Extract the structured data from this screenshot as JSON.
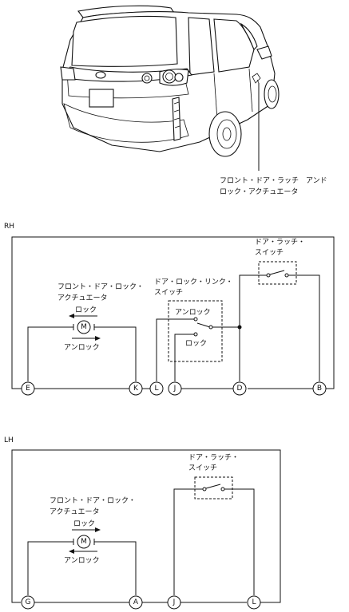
{
  "vehicle_callout": {
    "line1": "フロント・ドア・ラッチ　アンド",
    "line2": "ロック・アクチュエータ"
  },
  "rh": {
    "section_label": "RH",
    "actuator_line1": "フロント・ドア・ロック・",
    "actuator_line2": "アクチュエータ",
    "lock_label": "ロック",
    "unlock_label": "アンロック",
    "motor_symbol": "M",
    "link_switch_line1": "ドア・ロック・リンク・",
    "link_switch_line2": "スイッチ",
    "link_unlock": "アンロック",
    "link_lock": "ロック",
    "latch_switch_line1": "ドア・ラッチ・",
    "latch_switch_line2": "スイッチ",
    "terminals": [
      "E",
      "K",
      "L",
      "J",
      "D",
      "B"
    ]
  },
  "lh": {
    "section_label": "LH",
    "actuator_line1": "フロント・ドア・ロック・",
    "actuator_line2": "アクチュエータ",
    "lock_label": "ロック",
    "unlock_label": "アンロック",
    "motor_symbol": "M",
    "latch_switch_line1": "ドア・ラッチ・",
    "latch_switch_line2": "スイッチ",
    "terminals": [
      "G",
      "A",
      "J",
      "L"
    ]
  }
}
